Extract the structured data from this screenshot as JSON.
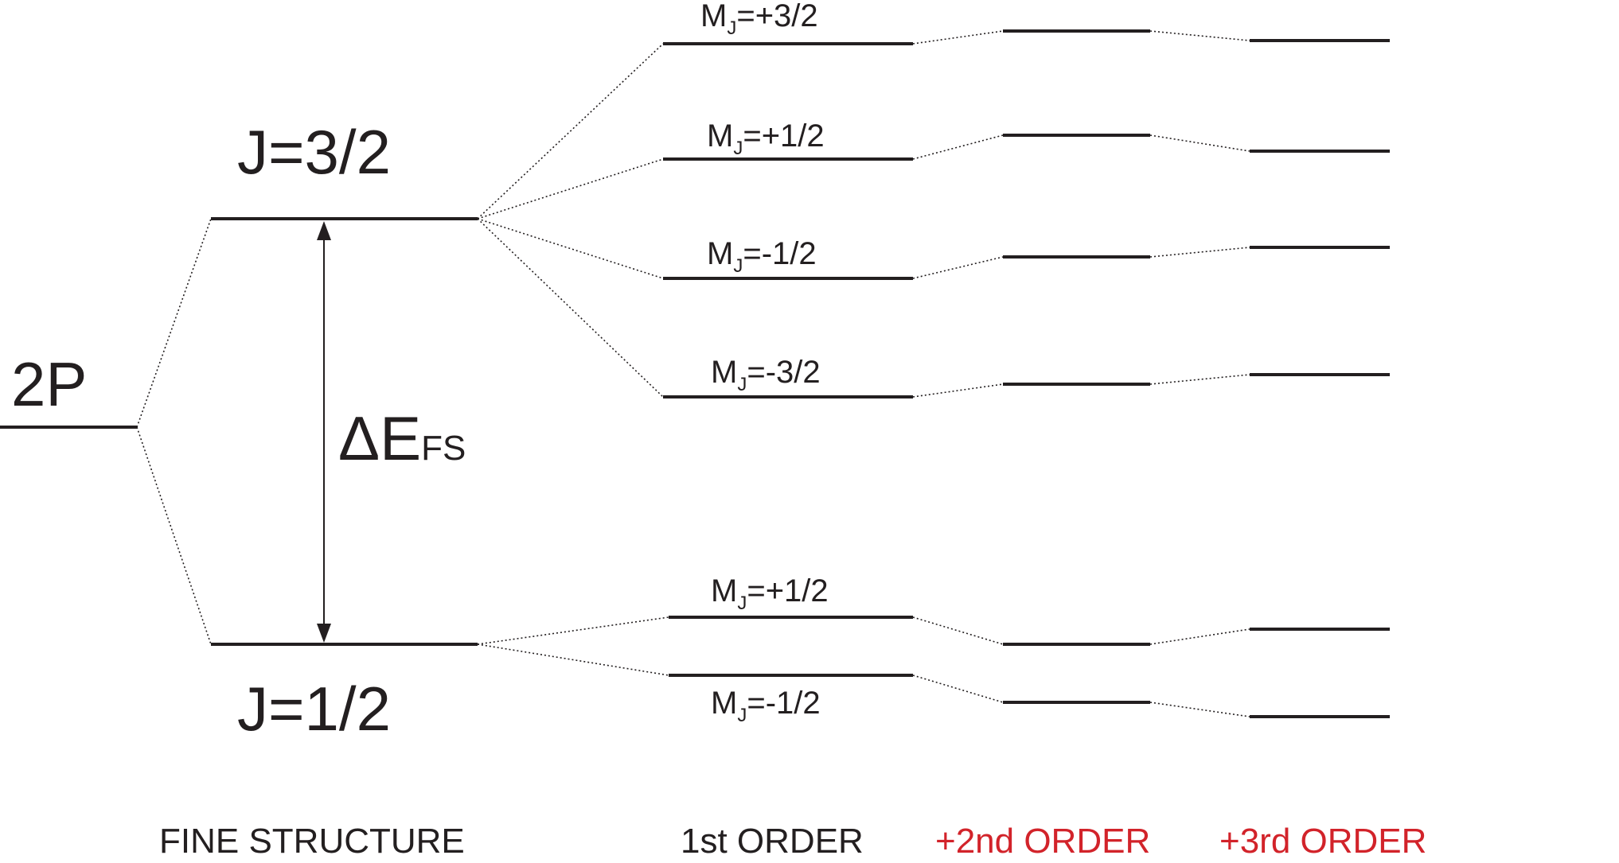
{
  "term": "2P",
  "fine_structure": {
    "upper_label": "J=3/2",
    "lower_label": "J=1/2",
    "splitting_symbol": "ΔE",
    "splitting_subscript": "FS"
  },
  "sublevels": [
    {
      "label_main": "M",
      "label_sub": "J",
      "label_value": "=+3/2"
    },
    {
      "label_main": "M",
      "label_sub": "J",
      "label_value": "=+1/2"
    },
    {
      "label_main": "M",
      "label_sub": "J",
      "label_value": "=-1/2"
    },
    {
      "label_main": "M",
      "label_sub": "J",
      "label_value": "=-3/2"
    },
    {
      "label_main": "M",
      "label_sub": "J",
      "label_value": "=+1/2"
    },
    {
      "label_main": "M",
      "label_sub": "J",
      "label_value": "=-1/2"
    }
  ],
  "columns": [
    {
      "label": "FINE STRUCTURE",
      "color": "#231f20"
    },
    {
      "label": "1st ORDER",
      "color": "#231f20"
    },
    {
      "label": "+2nd ORDER",
      "color": "#d2232a"
    },
    {
      "label": "+3rd ORDER",
      "color": "#d2232a"
    }
  ]
}
